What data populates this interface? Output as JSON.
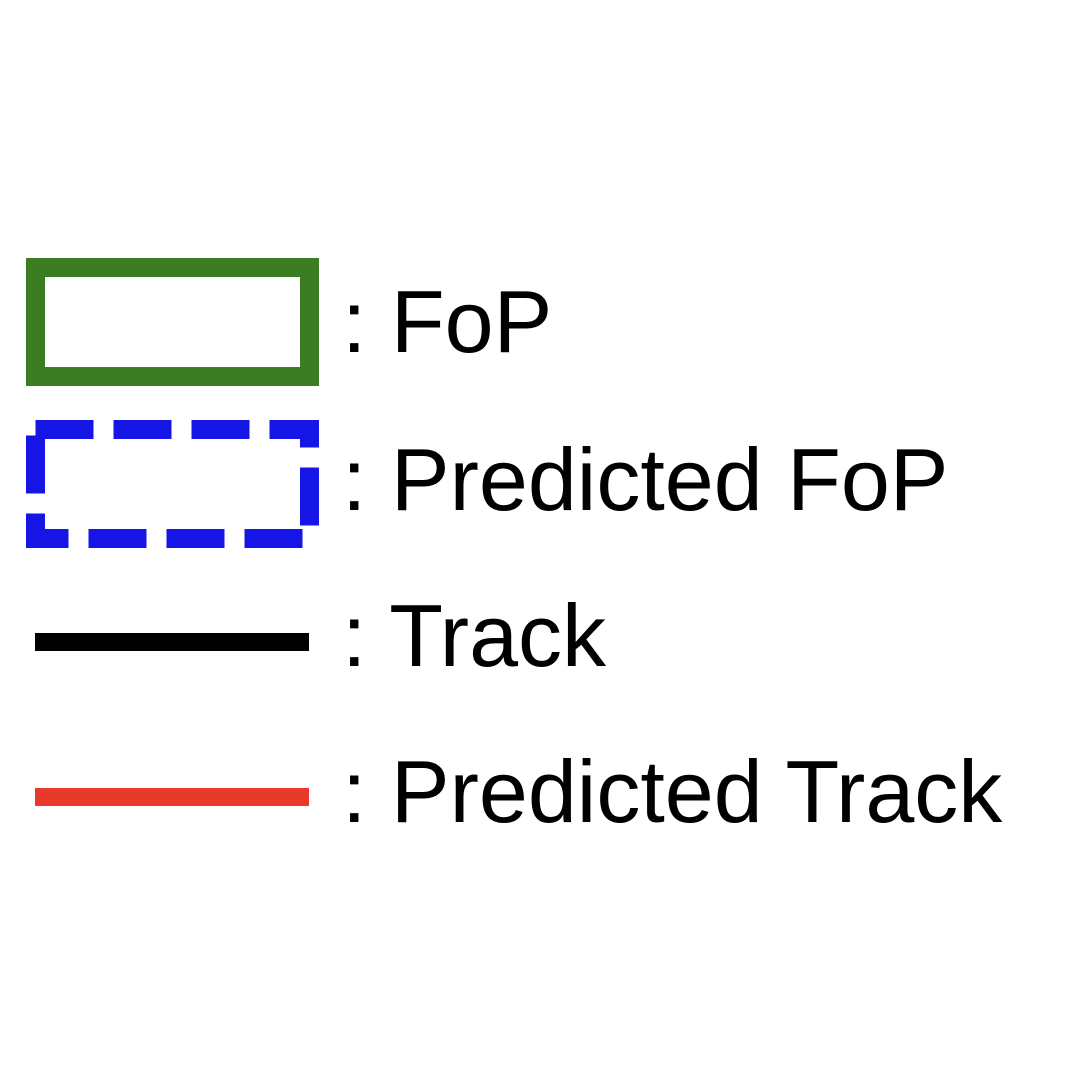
{
  "legend": {
    "items": [
      {
        "label": ": FoP",
        "swatch": "solid-rectangle",
        "color": "#3a7d23"
      },
      {
        "label": ": Predicted FoP",
        "swatch": "dashed-rectangle",
        "color": "#1515e6"
      },
      {
        "label": ": Track",
        "swatch": "solid-line",
        "color": "#000000"
      },
      {
        "label": ": Predicted Track",
        "swatch": "solid-line",
        "color": "#e8392a"
      }
    ]
  }
}
